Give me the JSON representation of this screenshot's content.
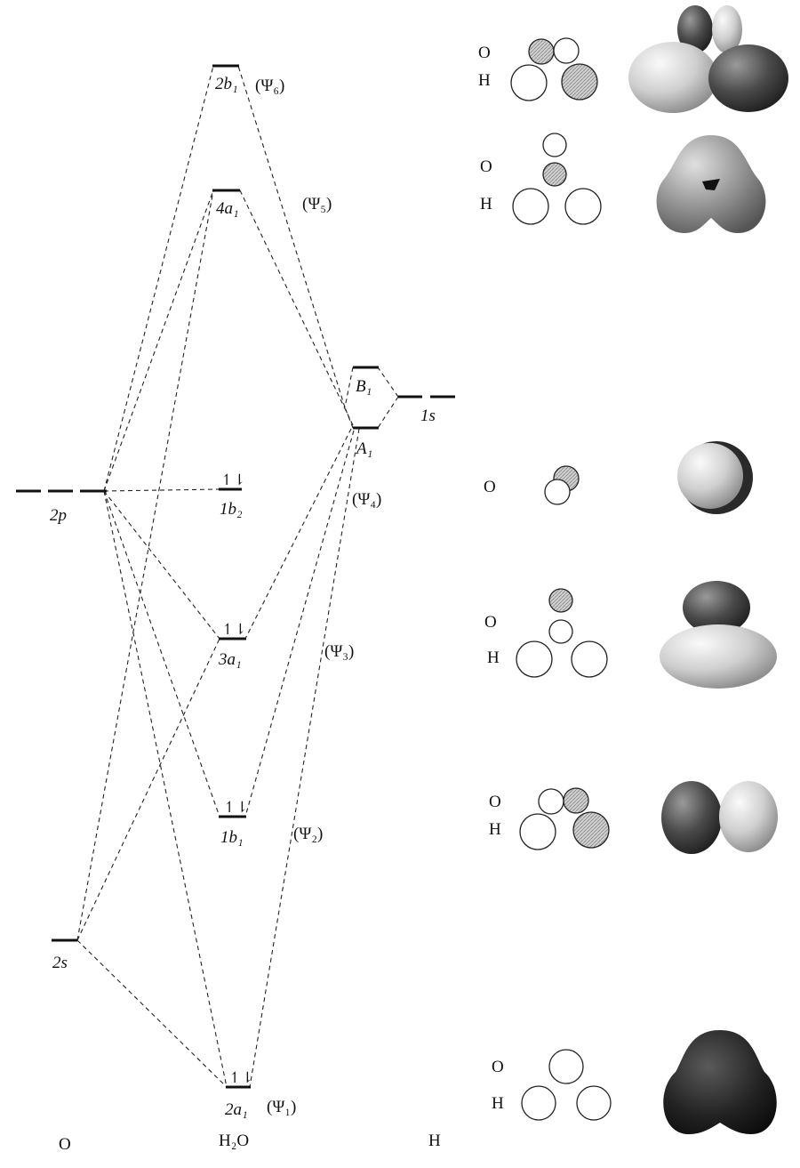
{
  "column_labels": {
    "oxygen": "O",
    "water": "H₂O",
    "hydrogen": "H"
  },
  "oxygen_levels": {
    "p": "2p",
    "s": "2s"
  },
  "hydrogen_levels": {
    "s": "1s",
    "upper": "B₁",
    "lower": "A₁"
  },
  "mo_levels": {
    "b1_upper": "2b₁",
    "a1_4": "4a₁",
    "b2": "1b₂",
    "a1_3": "3a₁",
    "b1_lower": "1b₁",
    "a1_2": "2a₁"
  },
  "psi_labels": {
    "psi1": "(Ψ₁)",
    "psi2": "(Ψ₂)",
    "psi3": "(Ψ₃)",
    "psi4": "(Ψ₄)",
    "psi5": "(Ψ₅)",
    "psi6": "(Ψ₆)"
  },
  "electron_pair_symbol": "↿⇂",
  "orbital_rows": [
    {
      "o": "O",
      "h": "H"
    },
    {
      "o": "O",
      "h": "H"
    },
    {
      "o": "O",
      "h": ""
    },
    {
      "o": "O",
      "h": "H"
    },
    {
      "o": "O",
      "h": "H"
    },
    {
      "o": "O",
      "h": "H"
    }
  ],
  "colors": {
    "shaded": "#bdbdbd",
    "line": "#111111"
  }
}
